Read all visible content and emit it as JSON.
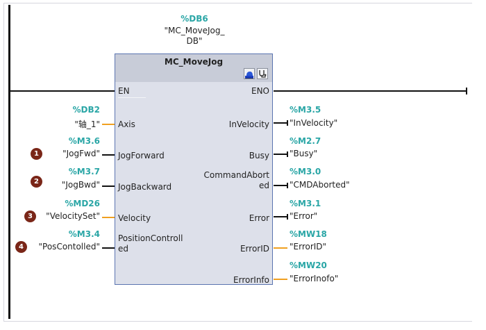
{
  "instance_db": {
    "address": "%DB6",
    "name_line1": "\"MC_MoveJog_",
    "name_line2": "DB\""
  },
  "block": {
    "title": "MC_MoveJog",
    "icons": [
      "db-icon",
      "diagnostics-icon"
    ],
    "diag_glyph": "℧"
  },
  "inputs": [
    {
      "pin": "EN"
    },
    {
      "pin": "Axis",
      "address": "%DB2",
      "tag": "\"轴_1\"",
      "wire": "orange"
    },
    {
      "pin": "JogForward",
      "address": "%M3.6",
      "tag": "\"JogFwd\"",
      "wire": "black",
      "badge": "1"
    },
    {
      "pin": "JogBackward",
      "address": "%M3.7",
      "tag": "\"JogBwd\"",
      "wire": "black",
      "badge": "2"
    },
    {
      "pin": "Velocity",
      "address": "%MD26",
      "tag": "\"VelocitySet\"",
      "wire": "orange",
      "badge": "3"
    },
    {
      "pin_line1": "PositionControll",
      "pin_line2": "ed",
      "address": "%M3.4",
      "tag": "\"PosContolled\"",
      "wire": "black",
      "badge": "4"
    }
  ],
  "outputs": [
    {
      "pin": "ENO"
    },
    {
      "pin": "InVelocity",
      "address": "%M3.5",
      "tag": "\"InVelocity\"",
      "wire": "black"
    },
    {
      "pin": "Busy",
      "address": "%M2.7",
      "tag": "\"Busy\"",
      "wire": "black"
    },
    {
      "pin_line1": "CommandAbort",
      "pin_line2": "ed",
      "address": "%M3.0",
      "tag": "\"CMDAborted\"",
      "wire": "black"
    },
    {
      "pin": "Error",
      "address": "%M3.1",
      "tag": "\"Error\"",
      "wire": "black"
    },
    {
      "pin": "ErrorID",
      "address": "%MW18",
      "tag": "\"ErrorID\"",
      "wire": "orange"
    },
    {
      "pin": "ErrorInfo",
      "address": "%MW20",
      "tag": "\"ErrorInofo\"",
      "wire": "orange"
    }
  ]
}
